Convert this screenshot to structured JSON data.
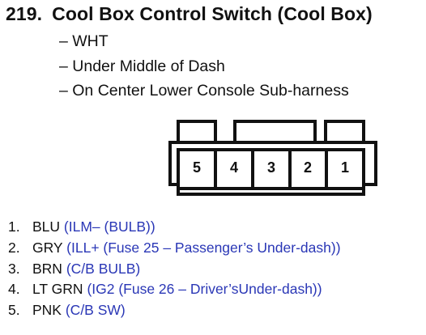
{
  "header": {
    "number": "219.",
    "title": "Cool Box Control Switch (Cool Box)"
  },
  "details": [
    "– WHT",
    "– Under Middle of Dash",
    "– On Center Lower Console Sub-harness"
  ],
  "connector": {
    "cavities": [
      "5",
      "4",
      "3",
      "2",
      "1"
    ]
  },
  "pins": [
    {
      "num": "1.",
      "color": "BLU",
      "desc": "(ILM– (BULB))"
    },
    {
      "num": "2.",
      "color": "GRY",
      "desc": "(ILL+ (Fuse 25 – Passenger’s Under-dash))"
    },
    {
      "num": "3.",
      "color": "BRN",
      "desc": "(C/B BULB)"
    },
    {
      "num": "4.",
      "color": "LT GRN",
      "desc": "(IG2 (Fuse 26 – Driver’sUnder-dash))"
    },
    {
      "num": "5.",
      "color": "PNK",
      "desc": "(C/B SW)"
    }
  ],
  "colors": {
    "text": "#111111",
    "description": "#2a37b6",
    "background": "#ffffff"
  }
}
